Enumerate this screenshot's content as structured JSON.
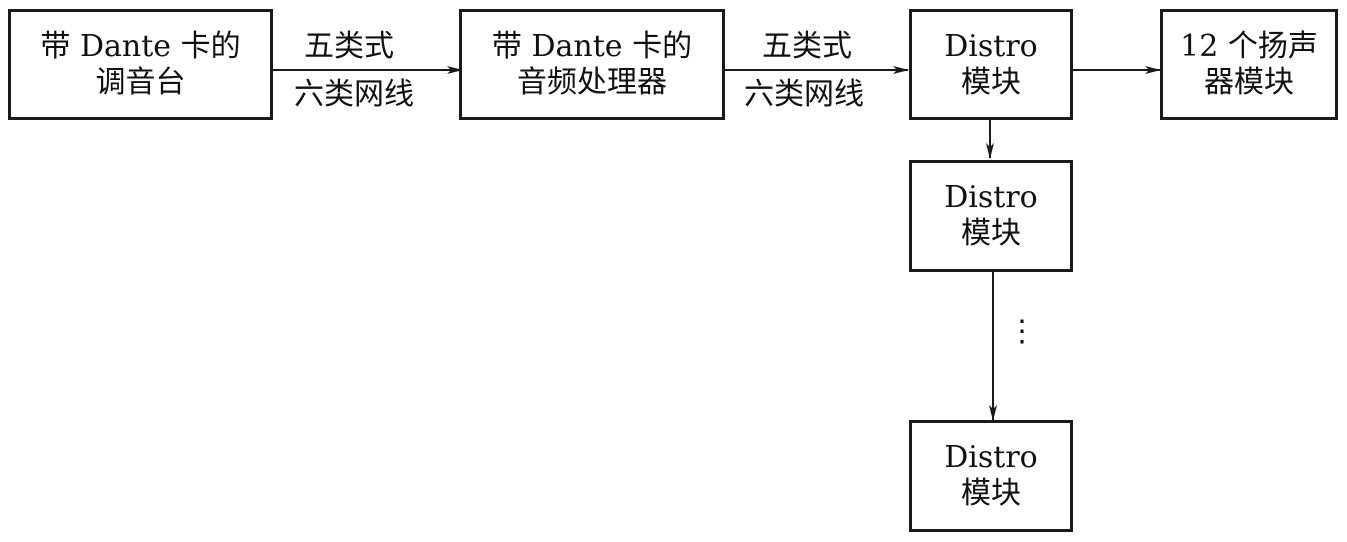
{
  "nodes": {
    "console": {
      "line1": "带 Dante 卡的",
      "line2": "调音台"
    },
    "processor": {
      "line1": "带 Dante 卡的",
      "line2": "音频处理器"
    },
    "distro1": {
      "line1": "Distro",
      "line2": "模块"
    },
    "speakers": {
      "line1": "12 个扬声",
      "line2": "器模块"
    },
    "distro2": {
      "line1": "Distro",
      "line2": "模块"
    },
    "distro3": {
      "line1": "Distro",
      "line2": "模块"
    }
  },
  "edges": {
    "console_to_processor": {
      "top": "五类式",
      "bottom": "六类网线"
    },
    "processor_to_distro": {
      "top": "五类式",
      "bottom": "六类网线"
    }
  },
  "continuation": {
    "dots": "⋮"
  }
}
